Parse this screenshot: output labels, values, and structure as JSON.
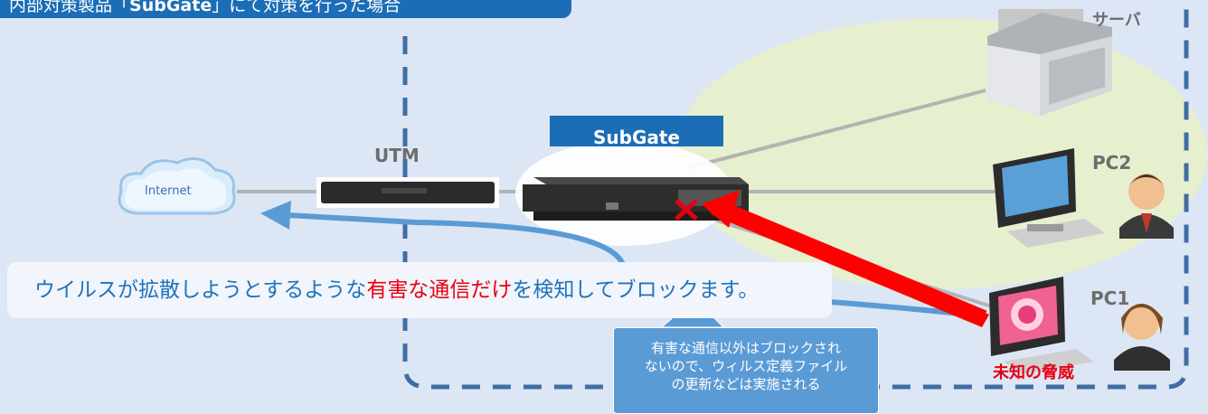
{
  "banner": {
    "prefix": "内部対策製品「",
    "product": "SubGate",
    "suffix": "」にて対策を行った場合"
  },
  "devices": {
    "internet": "Internet",
    "utm": "UTM",
    "subgate": "SubGate",
    "server": "サーバ",
    "pc2": "PC2",
    "pc1": "PC1"
  },
  "message": {
    "part1": "ウイルスが拡散しようとするような",
    "highlight": "有害な通信だけ",
    "part2": "を検知してブロックます。"
  },
  "callout": {
    "line1": "有害な通信以外はブロックされ",
    "line2": "ないので、ウィルス定義ファイル",
    "line3": "の更新などは実施される"
  },
  "threat": "未知の脅威",
  "colors": {
    "accent": "#1b6db6",
    "danger": "#e60012",
    "zone_green": "#e6f0cf",
    "path_blue": "#5b9bd5"
  }
}
